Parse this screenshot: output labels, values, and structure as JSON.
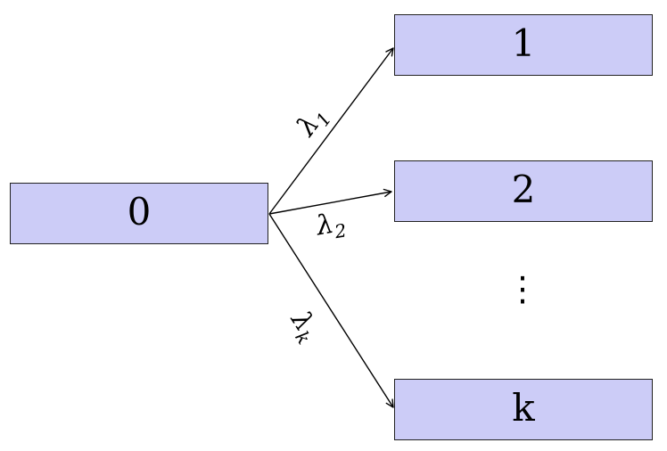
{
  "diagram": {
    "type": "state-transition-diagram",
    "colors": {
      "background": "#ffffff",
      "node_fill": "#ccccf7",
      "node_border": "#222222",
      "line": "#000000",
      "text": "#000000"
    },
    "nodes": [
      {
        "id": "0",
        "label": "0"
      },
      {
        "id": "1",
        "label": "1"
      },
      {
        "id": "2",
        "label": "2"
      },
      {
        "id": "k",
        "label": "k"
      }
    ],
    "edges": [
      {
        "from": "0",
        "to": "1",
        "label_base": "λ",
        "label_sub": "1"
      },
      {
        "from": "0",
        "to": "2",
        "label_base": "λ",
        "label_sub": "2"
      },
      {
        "from": "0",
        "to": "k",
        "label_base": "λ",
        "label_sub": "k"
      }
    ],
    "ellipsis": "⋮"
  }
}
